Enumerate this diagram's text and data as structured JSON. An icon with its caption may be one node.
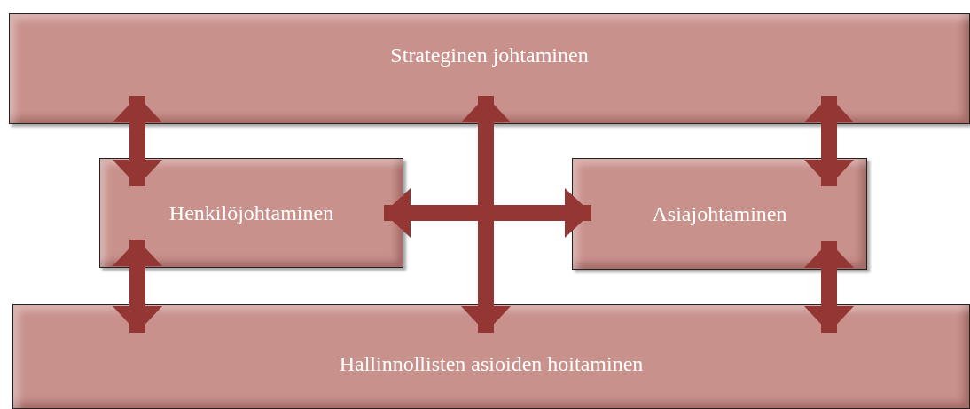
{
  "diagram": {
    "nodes": [
      {
        "text": [
          "Strateginen johtaminen"
        ]
      },
      {
        "text": [
          "Henkilöjohtaminen"
        ]
      },
      {
        "text": [
          "Asiajohtaminen"
        ]
      },
      {
        "text": [
          "Hallinnollisten asioiden hoitaminen"
        ]
      }
    ],
    "edges": [
      {
        "from": 0,
        "to": 1,
        "arrow": "both"
      },
      {
        "from": 0,
        "to": 2,
        "arrow": "both"
      },
      {
        "from": 1,
        "to": 2,
        "arrow": "both"
      },
      {
        "from": 0,
        "to": 3,
        "arrow": "both"
      },
      {
        "from": 1,
        "to": 3,
        "arrow": "both"
      },
      {
        "from": 2,
        "to": 3,
        "arrow": "both"
      }
    ]
  }
}
